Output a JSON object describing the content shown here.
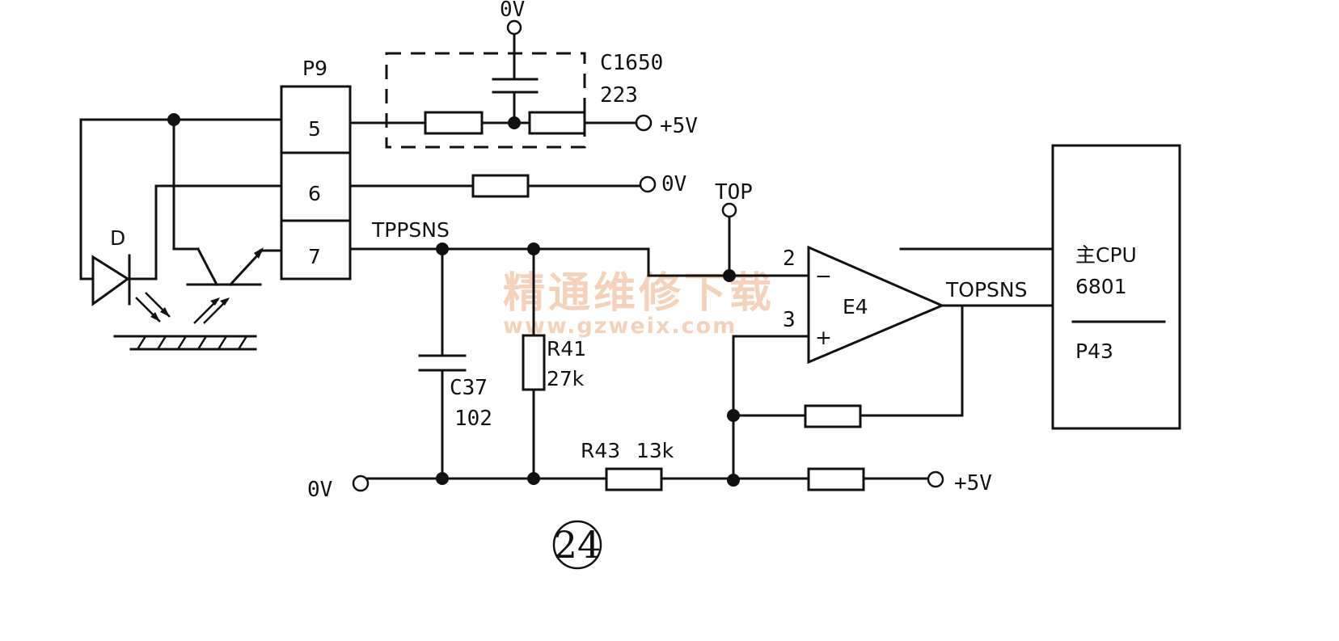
{
  "connector": {
    "name": "P9",
    "pins": [
      "5",
      "6",
      "7"
    ]
  },
  "diode_label": "D",
  "capacitor_box": {
    "line1": "C1650",
    "line2": "223"
  },
  "terminals": {
    "top_0v": "0V",
    "pin5_5v": "+5V",
    "pin6_0v": "0V",
    "top": "TOP",
    "bottom_0v": "0V",
    "bottom_5v": "+5V"
  },
  "nets": {
    "tppsns": "TPPSNS",
    "topsns": "TOPSNS"
  },
  "c37": {
    "name": "C37",
    "value": "102"
  },
  "r41": {
    "name": "R41",
    "value": "27k"
  },
  "r43": {
    "name": "R43",
    "value": "13k"
  },
  "opamp": {
    "name": "E4",
    "pin_minus": "2",
    "pin_plus": "3",
    "minus_sign": "−",
    "plus_sign": "+"
  },
  "cpu": {
    "line1": "主CPU",
    "line2": "6801",
    "port": "P43"
  },
  "watermark": {
    "cn": "精通维修下载",
    "url": "www.gzweix.com"
  },
  "figure_number": "24"
}
